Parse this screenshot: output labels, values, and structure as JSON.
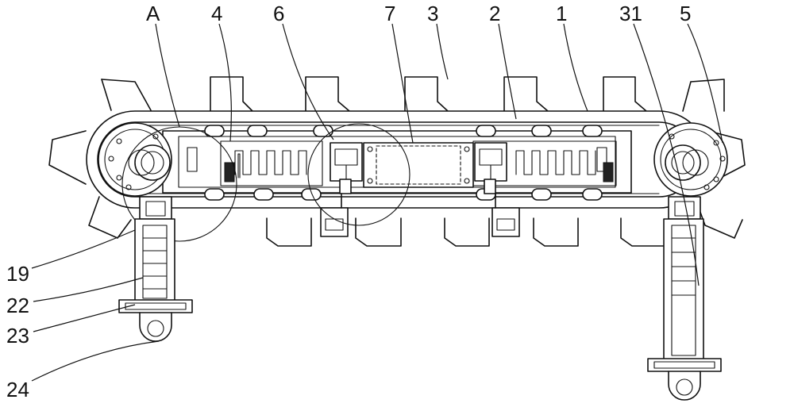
{
  "labels": {
    "A": "A",
    "n4": "4",
    "n6": "6",
    "n7": "7",
    "n3": "3",
    "n2": "2",
    "n1": "1",
    "n31": "31",
    "n5": "5",
    "n19": "19",
    "n22": "22",
    "n23": "23",
    "n24": "24"
  }
}
